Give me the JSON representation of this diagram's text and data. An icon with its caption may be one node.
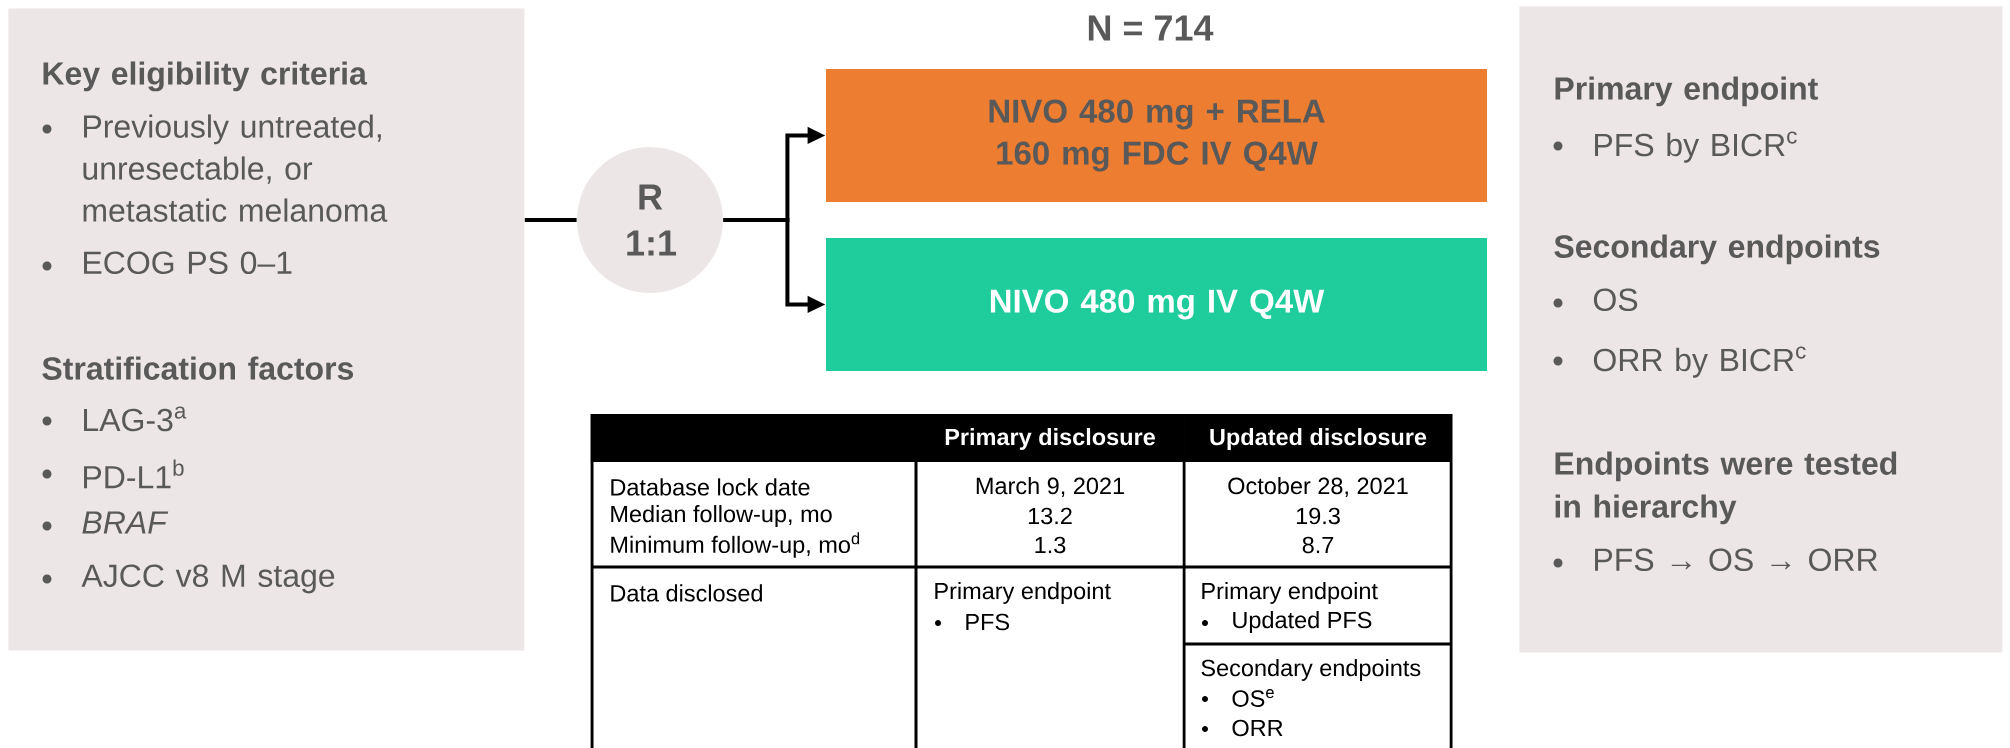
{
  "diagram": {
    "nodes": [
      {
        "text": [
          "Key eligibility criteria",
          "Previously untreated, unresectable, or metastatic melanoma",
          "ECOG PS 0–1",
          "Stratification factors",
          "LAG-3$^{a}$",
          "PD-L1$^{b}$",
          "*BRAF*",
          "AJCC v8 M stage"
        ]
      },
      {
        "text": [
          "R 1:1"
        ]
      },
      {
        "text": [
          "NIVO 480 mg + RELA 160 mg FDC IV Q4W"
        ]
      },
      {
        "text": [
          "NIVO 480 mg IV Q4W"
        ]
      },
      {
        "text": [
          "Primary endpoint",
          "PFS by BICR$^{c}$",
          "Secondary endpoints",
          "OS",
          "ORR by BICR$^{c}$",
          "Endpoints were tested in hierarchy",
          "PFS → OS → ORR"
        ]
      }
    ],
    "edges": [
      {
        "from": 0,
        "to": 1,
        "arrow": "none"
      },
      {
        "from": 1,
        "to": 2,
        "arrow": "to"
      },
      {
        "from": 1,
        "to": 3,
        "arrow": "to"
      }
    ],
    "labels": [
      "N = 714",
      "Primary disclosure",
      "Updated disclosure",
      "Database lock date",
      "March 9, 2021",
      "October 28, 2021",
      "Median follow-up, mo",
      "13.2",
      "19.3",
      "Minimum follow-up, mo$^{d}$",
      "1.3",
      "8.7",
      "Data disclosed",
      "Primary endpoint",
      "PFS",
      "Primary endpoint",
      "Updated PFS",
      "Secondary endpoints",
      "OS$^{e}$",
      "ORR"
    ]
  }
}
